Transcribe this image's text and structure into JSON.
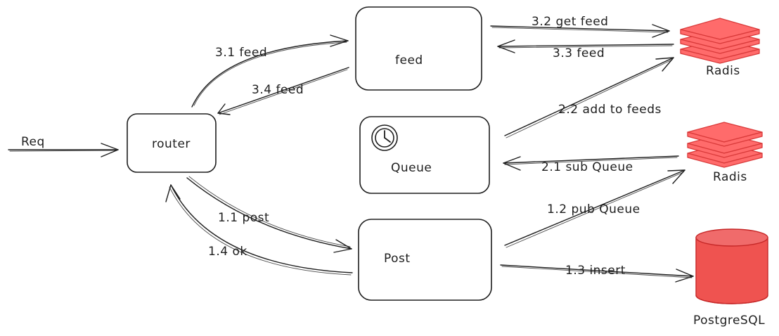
{
  "nodes": {
    "request": "Req",
    "router": "router",
    "feed": "feed",
    "queue": "Queue",
    "post": "Post",
    "cache_feed": "Radis",
    "cache_queue": "Radis",
    "database": "PostgreSQL"
  },
  "edges": {
    "feed_request": "3.1 feed",
    "feed_response": "3.4 feed",
    "get_feed": "3.2 get feed",
    "feed_result": "3.3 feed",
    "add_to_feeds": "2.2 add to feeds",
    "sub_queue": "2.1 sub Queue",
    "pub_queue": "1.2 pub Queue",
    "post": "1.1 post",
    "ok": "1.4 ok",
    "insert": "1.3 insert"
  },
  "colors": {
    "stroke": "#1e1e1e",
    "redis_fill": "#ff6b6b",
    "redis_stroke": "#d93a3a",
    "db_fill": "#ef5350"
  },
  "icons": {
    "queue": "clock-icon",
    "cache": "layers-icon",
    "database": "cylinder-icon"
  }
}
